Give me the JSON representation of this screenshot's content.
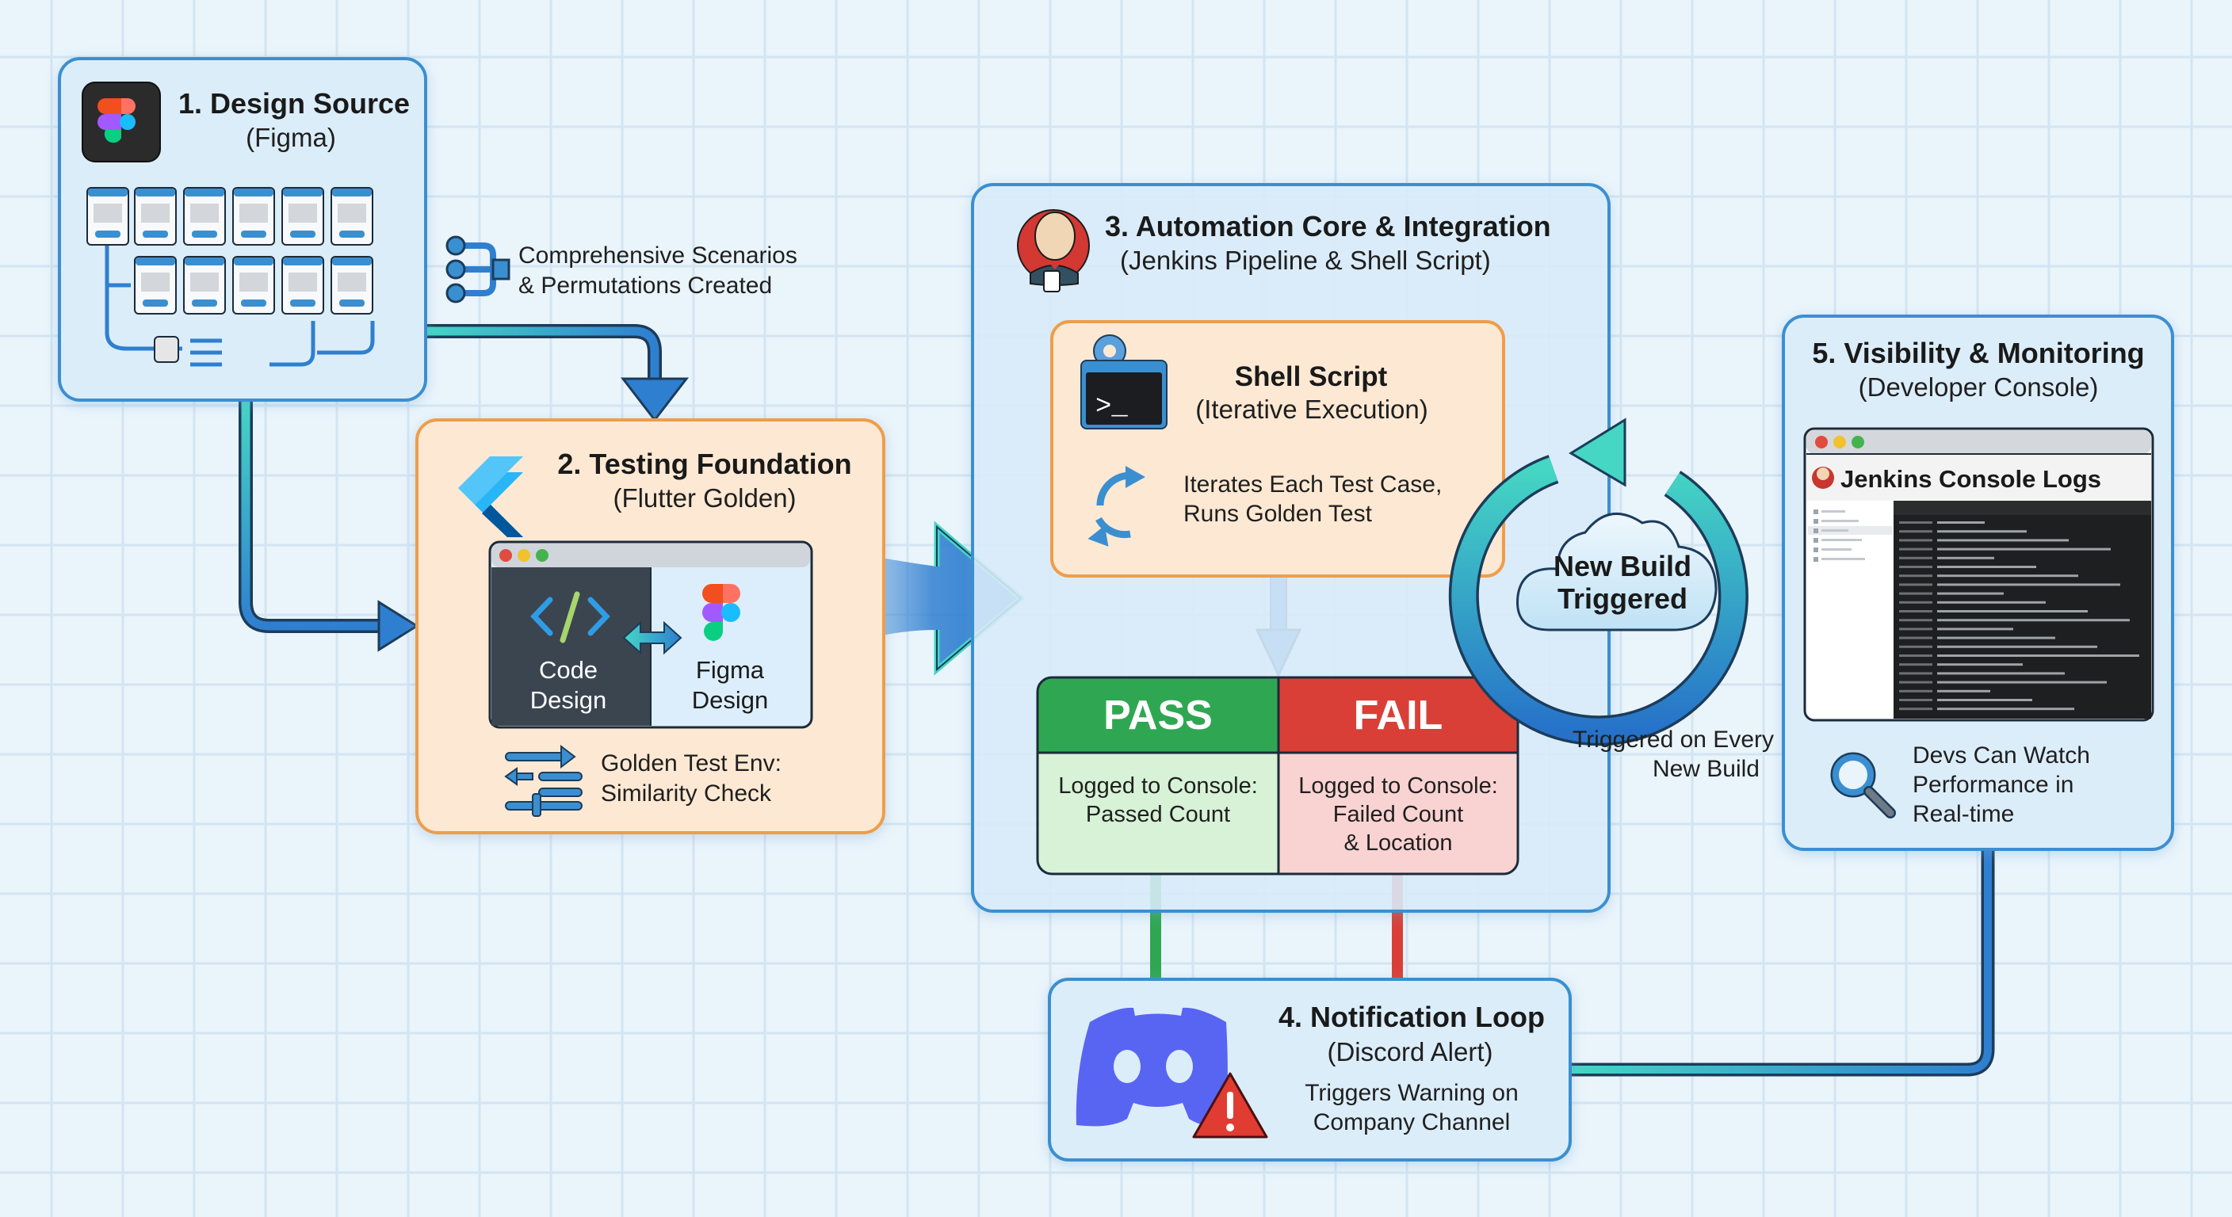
{
  "diagram": {
    "colors": {
      "background": "#eaf4fb",
      "blue_box_fill": "#dcedfa",
      "blue_box_stroke": "#3a8fd0",
      "orange_box_fill": "#fde9d3",
      "orange_box_stroke": "#ef9d4a",
      "pass_green": "#2fa752",
      "pass_light": "#d7f2d6",
      "fail_red": "#da3f37",
      "fail_light": "#f9d3d2",
      "arrow_blue": "#2f7fd0",
      "arrow_teal": "#3fd2c2",
      "discord": "#5865f2"
    },
    "design_source": {
      "title": "1. Design Source",
      "subtitle": "(Figma)",
      "icon": "figma-logo-icon",
      "annotation_line1": "Comprehensive Scenarios",
      "annotation_line2": "& Permutations Created",
      "annotation_icon": "branching-flow-icon"
    },
    "testing_foundation": {
      "title": "2. Testing Foundation",
      "subtitle": "(Flutter Golden)",
      "icon": "flutter-logo-icon",
      "code_label_line1": "Code",
      "code_label_line2": "Design",
      "figma_label_line1": "Figma",
      "figma_label_line2": "Design",
      "env_line1": "Golden Test Env:",
      "env_line2": "Similarity Check",
      "env_icon": "compare-sliders-icon"
    },
    "automation_core": {
      "title": "3. Automation Core & Integration",
      "subtitle": "(Jenkins Pipeline & Shell Script)",
      "icon": "jenkins-butler-icon",
      "shell": {
        "title": "Shell Script",
        "subtitle": "(Iterative Execution)",
        "icon": "terminal-gear-icon",
        "iter_line1": "Iterates Each Test Case,",
        "iter_line2": "Runs Golden Test",
        "iter_icon": "refresh-cycle-icon"
      },
      "pass": {
        "label": "PASS",
        "line1": "Logged to Console:",
        "line2": "Passed Count"
      },
      "fail": {
        "label": "FAIL",
        "line1": "Logged to Console:",
        "line2": "Failed Count",
        "line3": "& Location"
      }
    },
    "trigger": {
      "cloud_line1": "New Build",
      "cloud_line2": "Triggered",
      "caption_line1": "Triggered on Every",
      "caption_line2": "New Build",
      "icon": "cycle-arrow-icon"
    },
    "notification": {
      "title": "4. Notification Loop",
      "subtitle": "(Discord Alert)",
      "line1": "Triggers Warning on",
      "line2": "Company Channel",
      "icon": "discord-logo-icon",
      "badge_icon": "warning-triangle-icon"
    },
    "visibility": {
      "title": "5. Visibility & Monitoring",
      "subtitle": "(Developer Console)",
      "console_title": "Jenkins Console Logs",
      "line1": "Devs Can Watch",
      "line2": "Performance in",
      "line3": "Real-time",
      "icon": "magnifier-icon"
    }
  }
}
